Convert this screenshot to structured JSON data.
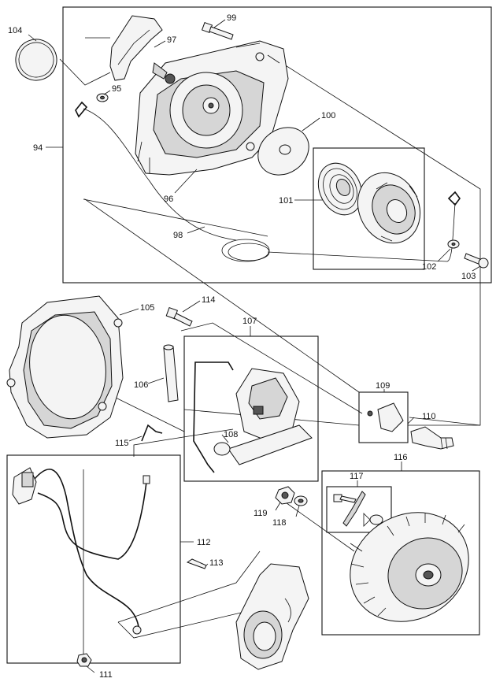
{
  "callouts": [
    {
      "id": "p104",
      "text": "104"
    },
    {
      "id": "p99",
      "text": "99"
    },
    {
      "id": "p97",
      "text": "97"
    },
    {
      "id": "p95",
      "text": "95"
    },
    {
      "id": "p94",
      "text": "94"
    },
    {
      "id": "p100",
      "text": "100"
    },
    {
      "id": "p96",
      "text": "96"
    },
    {
      "id": "p101",
      "text": "101"
    },
    {
      "id": "p98",
      "text": "98"
    },
    {
      "id": "p102",
      "text": "102"
    },
    {
      "id": "p103",
      "text": "103"
    },
    {
      "id": "p105",
      "text": "105"
    },
    {
      "id": "p114",
      "text": "114"
    },
    {
      "id": "p107",
      "text": "107"
    },
    {
      "id": "p106",
      "text": "106"
    },
    {
      "id": "p109",
      "text": "109"
    },
    {
      "id": "p110",
      "text": "110"
    },
    {
      "id": "p115",
      "text": "115"
    },
    {
      "id": "p108",
      "text": "108"
    },
    {
      "id": "p116",
      "text": "116"
    },
    {
      "id": "p117",
      "text": "117"
    },
    {
      "id": "p119",
      "text": "119"
    },
    {
      "id": "p118",
      "text": "118"
    },
    {
      "id": "p112",
      "text": "112"
    },
    {
      "id": "p113",
      "text": "113"
    },
    {
      "id": "p111",
      "text": "111"
    }
  ]
}
